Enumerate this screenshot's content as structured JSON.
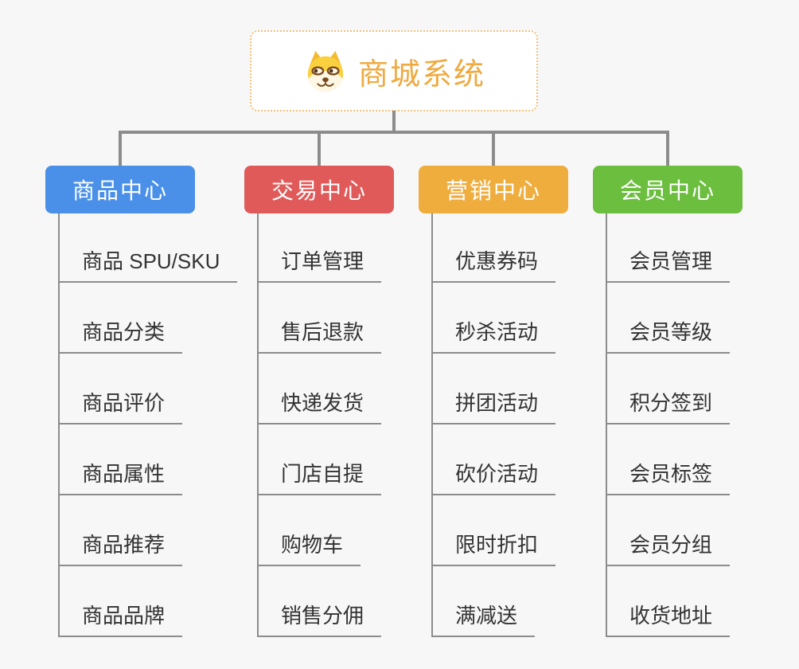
{
  "root": {
    "title": "商城系统",
    "icon": "shiba-dog-icon"
  },
  "branches": [
    {
      "label": "商品中心",
      "color": "#4A90E8",
      "children": [
        "商品 SPU/SKU",
        "商品分类",
        "商品评价",
        "商品属性",
        "商品推荐",
        "商品品牌"
      ]
    },
    {
      "label": "交易中心",
      "color": "#E05A5A",
      "children": [
        "订单管理",
        "售后退款",
        "快递发货",
        "门店自提",
        "购物车",
        "销售分佣"
      ]
    },
    {
      "label": "营销中心",
      "color": "#EFAD3E",
      "children": [
        "优惠券码",
        "秒杀活动",
        "拼团活动",
        "砍价活动",
        "限时折扣",
        "满减送"
      ]
    },
    {
      "label": "会员中心",
      "color": "#6CBE3F",
      "children": [
        "会员管理",
        "会员等级",
        "积分签到",
        "会员标签",
        "会员分组",
        "收货地址"
      ]
    }
  ],
  "colors": {
    "background": "#F7F7F7",
    "connector": "#8C8C8C",
    "root_border": "#F2C079",
    "root_text": "#F0A93F",
    "child_text": "#333333"
  }
}
